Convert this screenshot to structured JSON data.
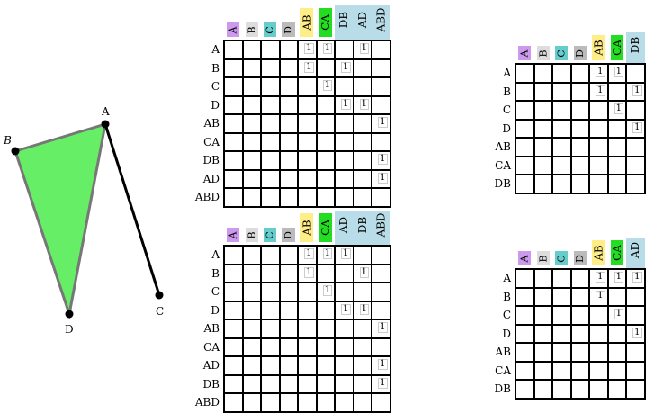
{
  "vertices": [
    {
      "label": "A",
      "italic": false
    },
    {
      "label": "B",
      "italic": true
    },
    {
      "label": "C",
      "italic": false
    },
    {
      "label": "D",
      "italic": false
    }
  ],
  "colors": {
    "triangle_fill": "#66ee66",
    "triangle_stroke": "#777777",
    "A": "#cc99ee",
    "B": "#dddddd",
    "C": "#66cccc",
    "D": "#bbbbbb",
    "AB": "#ffee88",
    "CA": "#22dd22",
    "group": "#b8dde8"
  },
  "matrices": [
    {
      "columns": [
        "A",
        "B",
        "C",
        "D",
        "AB",
        "CA",
        "DB",
        "AD",
        "ABD"
      ],
      "rows": [
        "A",
        "B",
        "C",
        "D",
        "AB",
        "CA",
        "DB",
        "AD",
        "ABD"
      ],
      "ones": [
        [
          0,
          4
        ],
        [
          0,
          5
        ],
        [
          0,
          7
        ],
        [
          1,
          4
        ],
        [
          1,
          6
        ],
        [
          2,
          5
        ],
        [
          3,
          6
        ],
        [
          3,
          7
        ],
        [
          4,
          8
        ],
        [
          6,
          8
        ],
        [
          7,
          8
        ]
      ]
    },
    {
      "columns": [
        "A",
        "B",
        "C",
        "D",
        "AB",
        "CA",
        "AD",
        "DB",
        "ABD"
      ],
      "rows": [
        "A",
        "B",
        "C",
        "D",
        "AB",
        "CA",
        "AD",
        "DB",
        "ABD"
      ],
      "ones": [
        [
          0,
          4
        ],
        [
          0,
          5
        ],
        [
          0,
          6
        ],
        [
          1,
          4
        ],
        [
          1,
          7
        ],
        [
          2,
          5
        ],
        [
          3,
          6
        ],
        [
          3,
          7
        ],
        [
          4,
          8
        ],
        [
          6,
          8
        ],
        [
          7,
          8
        ]
      ]
    },
    {
      "columns": [
        "A",
        "B",
        "C",
        "D",
        "AB",
        "CA",
        "DB"
      ],
      "rows": [
        "A",
        "B",
        "C",
        "D",
        "AB",
        "CA",
        "DB"
      ],
      "ones": [
        [
          0,
          4
        ],
        [
          0,
          5
        ],
        [
          1,
          4
        ],
        [
          1,
          6
        ],
        [
          2,
          5
        ],
        [
          3,
          6
        ]
      ]
    },
    {
      "columns": [
        "A",
        "B",
        "C",
        "D",
        "AB",
        "CA",
        "AD"
      ],
      "rows": [
        "A",
        "B",
        "C",
        "D",
        "AB",
        "CA",
        "DB"
      ],
      "ones": [
        [
          0,
          4
        ],
        [
          0,
          5
        ],
        [
          0,
          6
        ],
        [
          1,
          4
        ],
        [
          2,
          5
        ],
        [
          3,
          6
        ]
      ]
    }
  ],
  "cell_value": "1"
}
